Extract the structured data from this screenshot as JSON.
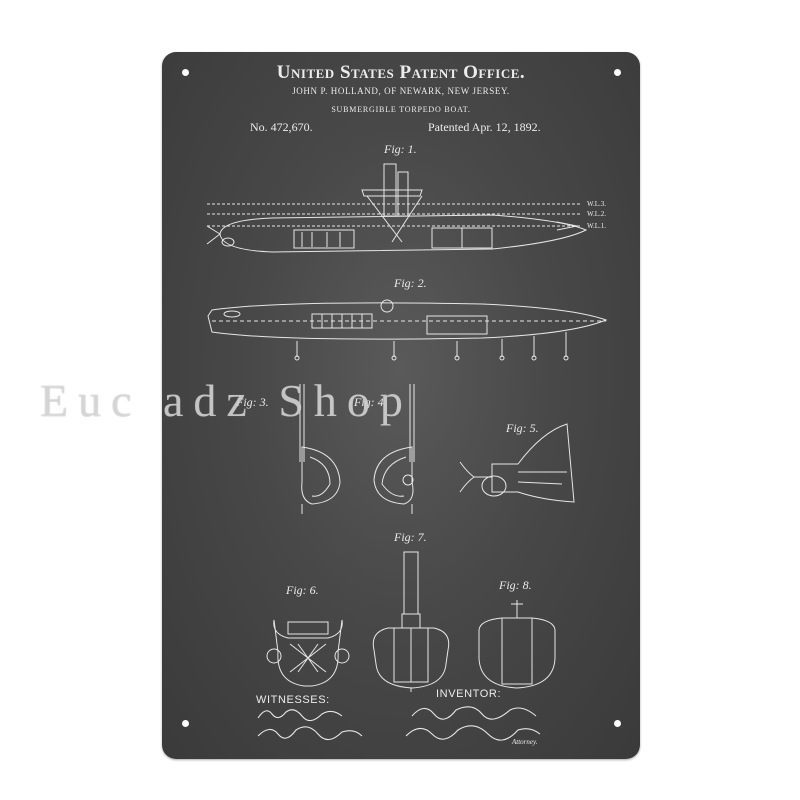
{
  "patent": {
    "office": "United States Patent Office.",
    "inventor_line": "JOHN P. HOLLAND, OF NEWARK, NEW JERSEY.",
    "subject": "SUBMERGIBLE TORPEDO BOAT.",
    "number": "No. 472,670.",
    "date": "Patented Apr. 12, 1892."
  },
  "figures": {
    "fig1": "Fig: 1.",
    "fig2": "Fig: 2.",
    "fig3": "Fig: 3.",
    "fig4": "Fig: 4.",
    "fig5": "Fig: 5.",
    "fig6": "Fig: 6.",
    "fig7": "Fig: 7.",
    "fig8": "Fig: 8."
  },
  "waterlines": [
    "W.L.3.",
    "W.L.2.",
    "W.L.1."
  ],
  "signatures": {
    "witnesses_label": "WITNESSES:",
    "inventor_label": "INVENTOR:",
    "attorney_label": "Attorney."
  },
  "watermark": "Euc         adz Shop",
  "colors": {
    "board": "#484848",
    "chalk": "#ececec",
    "background": "#ffffff"
  }
}
